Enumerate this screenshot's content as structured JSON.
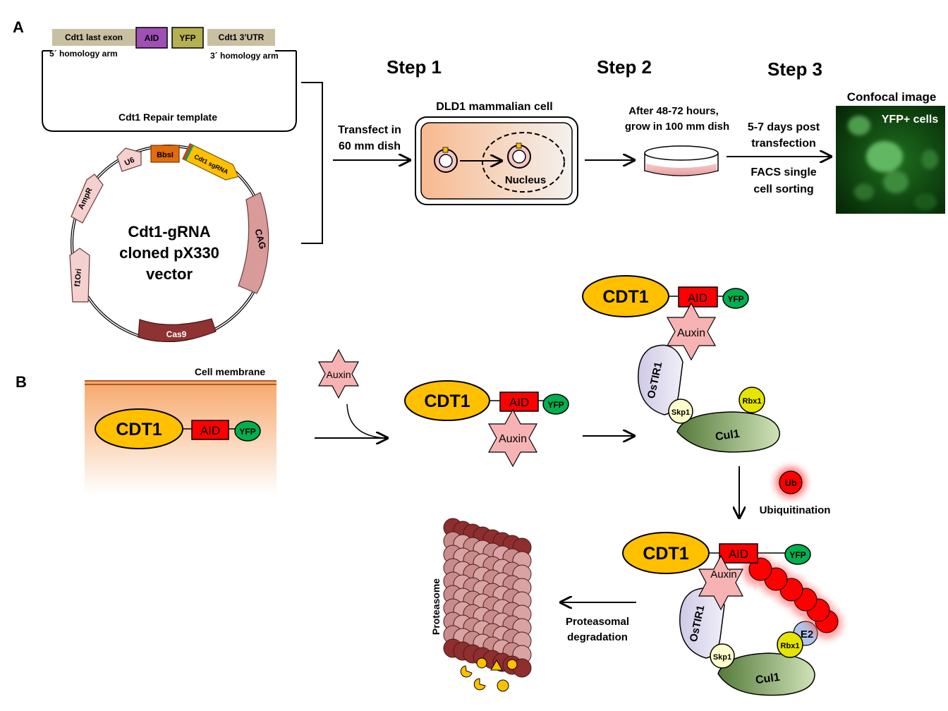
{
  "panel_a": {
    "label": "A",
    "repair_template": {
      "segments": [
        "Cdt1 last exon",
        "AID",
        "YFP",
        "Cdt1 3’UTR"
      ],
      "arm5": "5´ homology arm",
      "arm3": "3´ homology arm",
      "caption": "Cdt1 Repair template"
    },
    "plasmid": {
      "title": [
        "Cdt1-gRNA",
        "cloned pX330",
        "vector"
      ],
      "features": [
        "U6",
        "BbsI",
        "Cdt1 sgRNA",
        "AmpR",
        "CAG",
        "f1Ori",
        "Cas9"
      ]
    },
    "steps": [
      "Step 1",
      "Step 2",
      "Step 3"
    ],
    "step1_text": [
      "Transfect in",
      "60 mm dish"
    ],
    "cell_title": "DLD1 mammalian cell",
    "nucleus": "Nucleus",
    "step2_text": [
      "After 48-72 hours,",
      "grow in 100 mm dish"
    ],
    "step3_text": [
      "5-7 days post",
      "transfection",
      "FACS single",
      "cell sorting"
    ],
    "confocal_title": "Confocal image",
    "confocal_label": "YFP+ cells"
  },
  "panel_b": {
    "label": "B",
    "membrane": "Cell membrane",
    "cdt1": "CDT1",
    "aid": "AID",
    "yfp": "YFP",
    "auxin": "Auxin",
    "ostir1": "OsTIR1",
    "skp1": "Skp1",
    "rbx1": "Rbx1",
    "cul1": "Cul1",
    "ub": "Ub",
    "ubiquitination": "Ubiquitination",
    "e2": "E2",
    "proteasome": "Proteasome",
    "degradation": [
      "Proteasomal",
      "degradation"
    ]
  },
  "colors": {
    "cdt1": "#FFC000",
    "aid": "#FF0000",
    "yfp": "#00B050",
    "auxin": "#F7B3B3",
    "ostir1": "#D9D6E8",
    "cul1": "#8FAF70",
    "rbx1": "#E5E500",
    "skp1": "#FFFFCC",
    "ub": "#FF0000"
  }
}
